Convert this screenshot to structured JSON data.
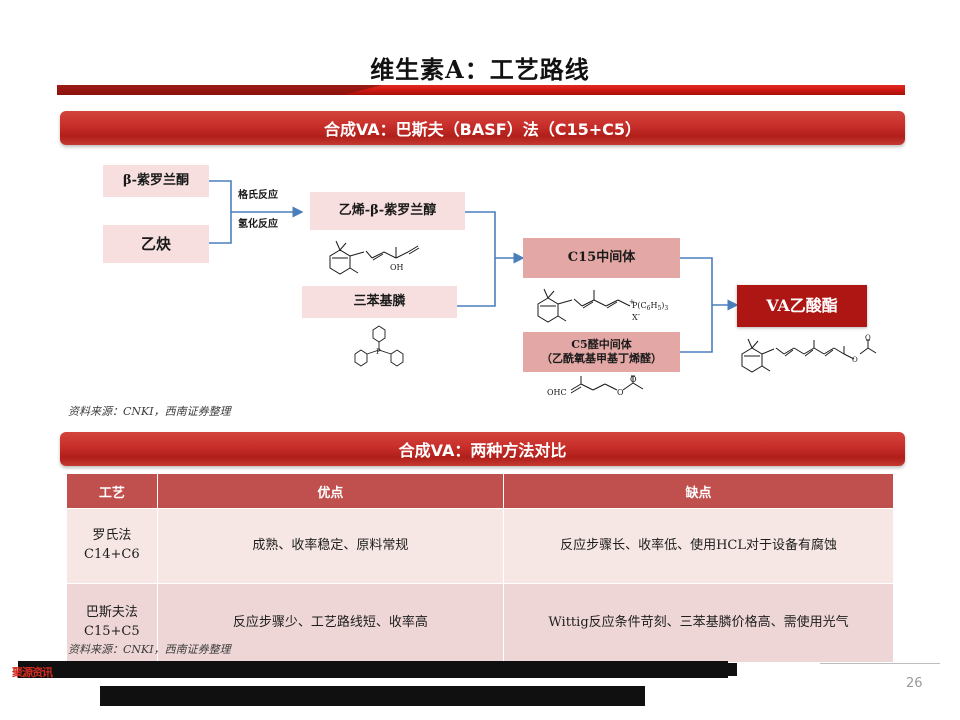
{
  "page": {
    "title": "维生素A：工艺路线",
    "page_number": "26",
    "brand": "聚源资讯"
  },
  "section1": {
    "banner": "合成VA：巴斯夫（BASF）法（C15+C5）",
    "source": "资料来源：CNKI，西南证券整理",
    "nodes": {
      "ionone": "β-紫罗兰酮",
      "acetylene": "乙炔",
      "vinyl_ionol": "乙烯-β-紫罗兰醇",
      "triphenylphosphine": "三苯基膦",
      "c15": "C15中间体",
      "c5_line1": "C5醛中间体",
      "c5_line2": "（乙酰氧基甲基丁烯醛）",
      "va_acetate": "VA乙酸酯"
    },
    "edge_labels": {
      "grignard": "格氏反应",
      "hydrogenation": "氢化反应"
    },
    "structure_labels": {
      "hydroxyl": "OH",
      "phosphonium": "P(C",
      "phosphonium_sub": "6",
      "phosphonium_tail": "H",
      "phosphonium_sub2": "5",
      "phosphonium_end": ")",
      "phosphonium_sub3": "3",
      "counter_ion": "X",
      "counter_charge": "-",
      "plus_charge": "+",
      "aldehyde": "OHC"
    }
  },
  "section2": {
    "banner": "合成VA：两种方法对比",
    "source": "资料来源：CNKI，西南证券整理",
    "table": {
      "headers": [
        "工艺",
        "优点",
        "缺点"
      ],
      "rows": [
        {
          "process_line1": "罗氏法",
          "process_line2": "C14+C6",
          "advantage": "成熟、收率稳定、原料常规",
          "disadvantage": "反应步骤长、收率低、使用HCL对于设备有腐蚀"
        },
        {
          "process_line1": "巴斯夫法",
          "process_line2": "C15+C5",
          "advantage": "反应步骤少、工艺路线短、收率高",
          "disadvantage": "Wittig反应条件苛刻、三苯基膦价格高、需使用光气"
        }
      ]
    }
  },
  "colors": {
    "accent_red": "#c9302c",
    "dark_red": "#ad1613",
    "pink_node": "#f7dfdf",
    "rose_node": "#e3a8a5",
    "connector_blue": "#4a7ebb",
    "table_header": "#c0504d"
  }
}
